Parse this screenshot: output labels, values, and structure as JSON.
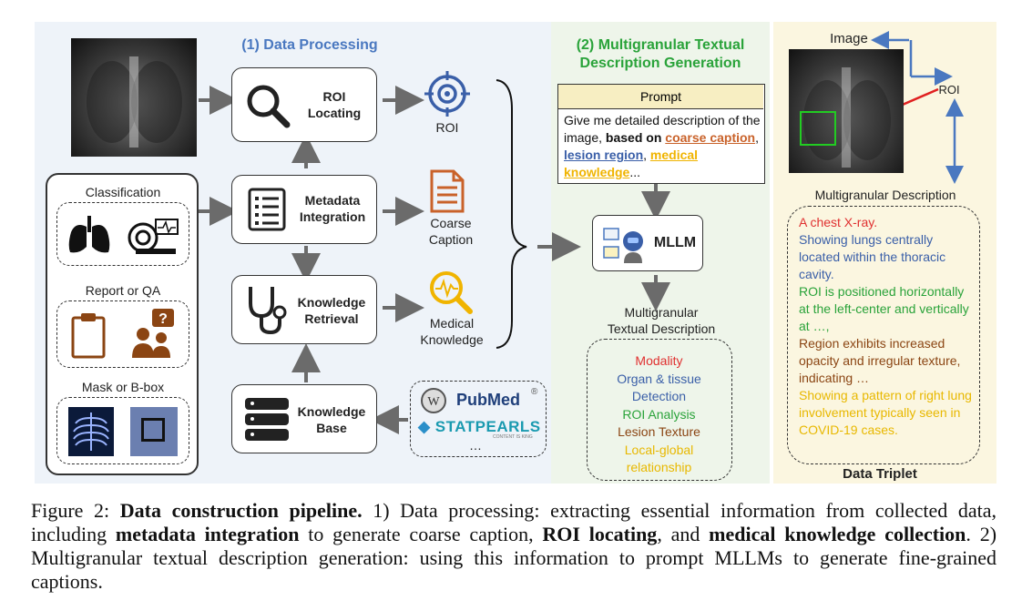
{
  "panel1": {
    "title": "(1) Data Processing",
    "roi_box": {
      "line1": "ROI",
      "line2": "Locating"
    },
    "meta_box": {
      "line1": "Metadata",
      "line2": "Integration"
    },
    "know_box": {
      "line1": "Knowledge",
      "line2": "Retrieval"
    },
    "kb_box": {
      "line1": "Knowledge",
      "line2": "Base"
    },
    "out_roi": "ROI",
    "out_coarse": {
      "line1": "Coarse",
      "line2": "Caption"
    },
    "out_medical": {
      "line1": "Medical",
      "line2": "Knowledge"
    },
    "left_groups": {
      "classification": "Classification",
      "report": "Report or QA",
      "mask": "Mask or B-box"
    },
    "sources": {
      "pubmed": "PubMed",
      "statpearls": "STATPEARLS",
      "statpearls_tag": "CONTENT IS KING",
      "more": "…"
    }
  },
  "panel2": {
    "title_line1": "(2) Multigranular Textual",
    "title_line2": "Description Generation",
    "prompt_header": "Prompt",
    "prompt_text_1": "Give me detailed description of the image, ",
    "prompt_bold": "based on",
    "prompt_coarse": "coarse caption",
    "prompt_comma": ", ",
    "prompt_lesion": "lesion region",
    "prompt_comma2": ", ",
    "prompt_medical": "medical knowledge",
    "prompt_end": "...",
    "mllm": "MLLM",
    "output_line1": "Multigranular",
    "output_line2": "Textual Description",
    "list": [
      {
        "text": "Modality",
        "color": "#e03030"
      },
      {
        "text": "Organ & tissue",
        "color": "#3a5fa8"
      },
      {
        "text": "Detection",
        "color": "#3a5fa8"
      },
      {
        "text": "ROI Analysis",
        "color": "#2aa33a"
      },
      {
        "text": "Lesion Texture",
        "color": "#8b4513"
      },
      {
        "text": "Local-global",
        "color": "#e8b800"
      },
      {
        "text": "relationship",
        "color": "#e8b800"
      }
    ]
  },
  "panel3": {
    "image_label": "Image",
    "roi_label": "ROI",
    "desc_title": "Multigranular Description",
    "footer": "Data Triplet",
    "desc": [
      {
        "text": "A chest X-ray.",
        "color": "#e03030"
      },
      {
        "text": "Showing lungs centrally located within the thoracic cavity.",
        "color": "#3a5fa8"
      },
      {
        "text": "ROI is positioned horizontally at the left-center and vertically at …,",
        "color": "#2aa33a"
      },
      {
        "text": "Region exhibits increased opacity and irregular texture, indicating …",
        "color": "#8b4513"
      },
      {
        "text": "Showing a pattern of right lung involvement typically seen in COVID-19 cases.",
        "color": "#e8b800"
      }
    ]
  },
  "caption": {
    "prefix": "Figure 2: ",
    "bold_title": "Data construction pipeline.",
    "t1": " 1) Data processing: extracting essential information from collected data, including ",
    "b1": "metadata integration",
    "t2": " to generate coarse caption, ",
    "b2": "ROI locating",
    "t3": ", and ",
    "b3": "medical knowledge collection",
    "t4": ". 2) Multigranular textual description generation: using this information to prompt MLLMs to generate fine-grained captions."
  }
}
